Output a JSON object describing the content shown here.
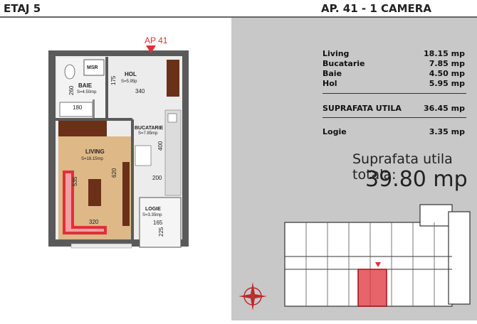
{
  "header": {
    "floor": "ETAJ 5",
    "apartment": "AP. 41 - 1 CAMERA"
  },
  "plan": {
    "marker": "AP 41",
    "rooms": {
      "msr": "MSR",
      "hol": {
        "name": "HOL",
        "area": "S=5.95p"
      },
      "baie": {
        "name": "BAIE",
        "area": "S=4.50mp"
      },
      "bucatarie": {
        "name": "BUCATARIE",
        "area": "S=7.85mp"
      },
      "living": {
        "name": "LIVING",
        "area": "S=18.15mp"
      },
      "logie": {
        "name": "LOGIE",
        "area": "S=3.35mp"
      }
    },
    "dims": {
      "d175": "175",
      "d260": "260",
      "d340": "340",
      "d180": "180",
      "d400": "400",
      "d200": "200",
      "d535": "535",
      "d620": "620",
      "d320": "320",
      "d165": "165",
      "d225": "225"
    }
  },
  "areas": {
    "rows": [
      {
        "label": "Living",
        "value": "18.15 mp"
      },
      {
        "label": "Bucatarie",
        "value": "7.85 mp"
      },
      {
        "label": "Baie",
        "value": "4.50 mp"
      },
      {
        "label": "Hol",
        "value": "5.95 mp"
      }
    ],
    "useful": {
      "label": "SUPRAFATA UTILA",
      "value": "36.45 mp"
    },
    "logie": {
      "label": "Logie",
      "value": "3.35 mp"
    },
    "total_label": "Suprafata utila totala:",
    "total_value": "39.80 mp"
  },
  "colors": {
    "wall": "#555555",
    "floor_wood": "#deb887",
    "dark_wood": "#6b3018",
    "highlight": "#e0303a",
    "panel": "#c8c8c8"
  }
}
